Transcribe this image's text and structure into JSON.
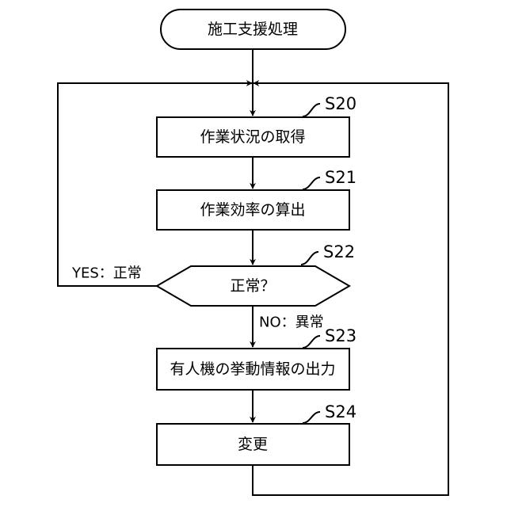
{
  "flowchart": {
    "start": {
      "label": "施工支援処理"
    },
    "steps": [
      {
        "id": "S20",
        "label": "作業状況の取得"
      },
      {
        "id": "S21",
        "label": "作業効率の算出"
      },
      {
        "id": "S22",
        "label": "正常？"
      },
      {
        "id": "S23",
        "label": "有人機の挙動情報の出力"
      },
      {
        "id": "S24",
        "label": "変更"
      }
    ],
    "branches": {
      "yes_label": "YES：正常",
      "no_label": "NO：異常"
    }
  }
}
